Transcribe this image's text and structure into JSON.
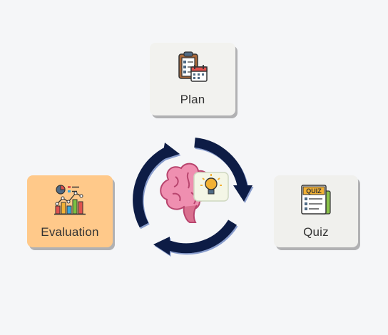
{
  "nodes": {
    "plan": {
      "label": "Plan",
      "icon": "clipboard-calendar-icon"
    },
    "evaluation": {
      "label": "Evaluation",
      "icon": "bar-chart-icon"
    },
    "quiz": {
      "label": "Quiz",
      "icon": "quiz-sheet-icon"
    }
  },
  "quiz_icon_text": "QUIZ",
  "center": {
    "cycle": "circular-arrows-icon",
    "brain": "brain-icon",
    "idea": "lightbulb-icon"
  },
  "colors": {
    "background": "#f5f6f8",
    "evaluation_card": "#ffc98a",
    "card": "#f2f2ef",
    "arrows": "#0f1e45",
    "brain": "#ef8fb0"
  }
}
